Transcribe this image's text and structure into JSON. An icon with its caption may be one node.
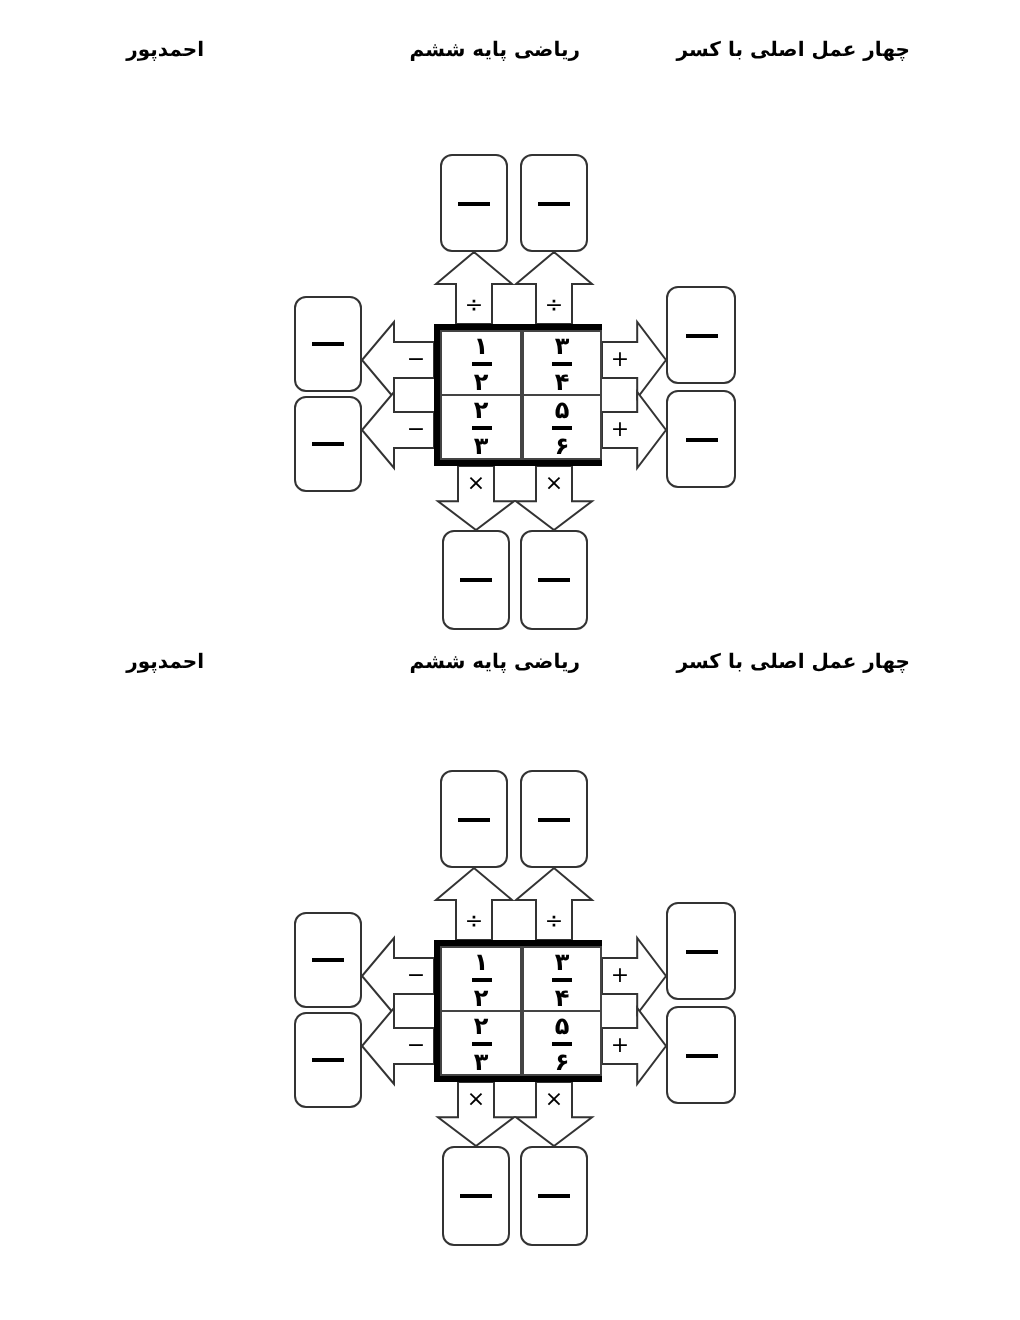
{
  "diagram": {
    "nodes": [
      {
        "text": [],
        "shape": "box"
      },
      {
        "text": [
          "۳",
          "۴"
        ],
        "in": 0
      },
      {
        "text": [
          "۱",
          "۲"
        ],
        "in": 0
      },
      {
        "text": [
          "۵",
          "۶"
        ],
        "in": 0
      },
      {
        "text": [
          "۲",
          "۳"
        ],
        "in": 0
      },
      {
        "text": [],
        "shape": "box"
      },
      {
        "text": [],
        "shape": "box"
      },
      {
        "text": [],
        "shape": "box"
      },
      {
        "text": [],
        "shape": "box"
      },
      {
        "text": [],
        "shape": "box"
      },
      {
        "text": [],
        "shape": "box"
      },
      {
        "text": [],
        "shape": "box"
      },
      {
        "text": [],
        "shape": "box"
      },
      {
        "text": [],
        "shape": "box"
      },
      {
        "text": [
          "۳",
          "۴"
        ],
        "in": 13
      },
      {
        "text": [
          "۱",
          "۲"
        ],
        "in": 13
      },
      {
        "text": [
          "۵",
          "۶"
        ],
        "in": 13
      },
      {
        "text": [
          "۲",
          "۳"
        ],
        "in": 13
      },
      {
        "text": [],
        "shape": "box"
      },
      {
        "text": [],
        "shape": "box"
      },
      {
        "text": [],
        "shape": "box"
      },
      {
        "text": [],
        "shape": "box"
      },
      {
        "text": [],
        "shape": "box"
      },
      {
        "text": [],
        "shape": "box"
      },
      {
        "text": [],
        "shape": "box"
      },
      {
        "text": [],
        "shape": "box"
      }
    ],
    "edges": [
      {
        "from": 0,
        "to": 5,
        "arrow": "to",
        "label": "÷"
      },
      {
        "from": 0,
        "to": 6,
        "arrow": "to",
        "label": "÷"
      },
      {
        "from": 0,
        "to": 7,
        "arrow": "to",
        "label": "−"
      },
      {
        "from": 0,
        "to": 8,
        "arrow": "to",
        "label": "−"
      },
      {
        "from": 0,
        "to": 9,
        "arrow": "to",
        "label": "+"
      },
      {
        "from": 0,
        "to": 10,
        "arrow": "to",
        "label": "+"
      },
      {
        "from": 0,
        "to": 11,
        "arrow": "to",
        "label": "×"
      },
      {
        "from": 0,
        "to": 12,
        "arrow": "to",
        "label": "×"
      },
      {
        "from": 13,
        "to": 18,
        "arrow": "to",
        "label": "÷"
      },
      {
        "from": 13,
        "to": 19,
        "arrow": "to",
        "label": "÷"
      },
      {
        "from": 13,
        "to": 20,
        "arrow": "to",
        "label": "−"
      },
      {
        "from": 13,
        "to": 21,
        "arrow": "to",
        "label": "−"
      },
      {
        "from": 13,
        "to": 22,
        "arrow": "to",
        "label": "+"
      },
      {
        "from": 13,
        "to": 23,
        "arrow": "to",
        "label": "+"
      },
      {
        "from": 13,
        "to": 24,
        "arrow": "to",
        "label": "×"
      },
      {
        "from": 13,
        "to": 25,
        "arrow": "to",
        "label": "×"
      }
    ],
    "labels": [
      "چهار عمل اصلی با کسر",
      "ریاضی پایه ششم",
      "احمدپور",
      "چهار عمل اصلی با کسر",
      "ریاضی پایه ششم",
      "احمدپور"
    ]
  }
}
